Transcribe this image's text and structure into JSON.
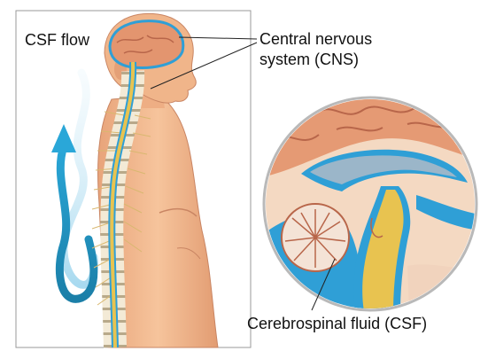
{
  "labels": {
    "csf_flow": "CSF flow",
    "cns_line1": "Central nervous",
    "cns_line2": "system (CNS)",
    "csf_fluid": "Cerebrospinal fluid (CSF)"
  },
  "colors": {
    "background": "#ffffff",
    "skin": "#f0b58a",
    "brain": "#e3956f",
    "spinal_cord": "#e8c350",
    "csf_blue": "#2f9fd6",
    "flow_arrow": "#1f8fbf",
    "frame": "#9a9a9a"
  }
}
